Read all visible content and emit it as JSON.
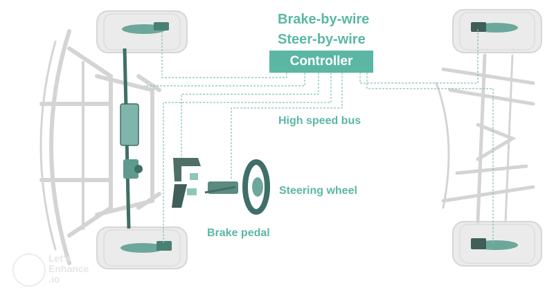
{
  "labels": {
    "brake_by_wire": "Brake-by-wire",
    "steer_by_wire": "Steer-by-wire",
    "controller": "Controller",
    "high_speed_bus": "High speed bus",
    "steering_wheel": "Steering wheel",
    "brake_pedal": "Brake pedal"
  },
  "watermark": {
    "line1": "Let's",
    "line2": "Enhance",
    "line3": ".io"
  },
  "colors": {
    "accent": "#5bb7a4",
    "chassis": "#d9d9d9",
    "tire": "#e8e8e8",
    "component": "#3f6f66"
  }
}
